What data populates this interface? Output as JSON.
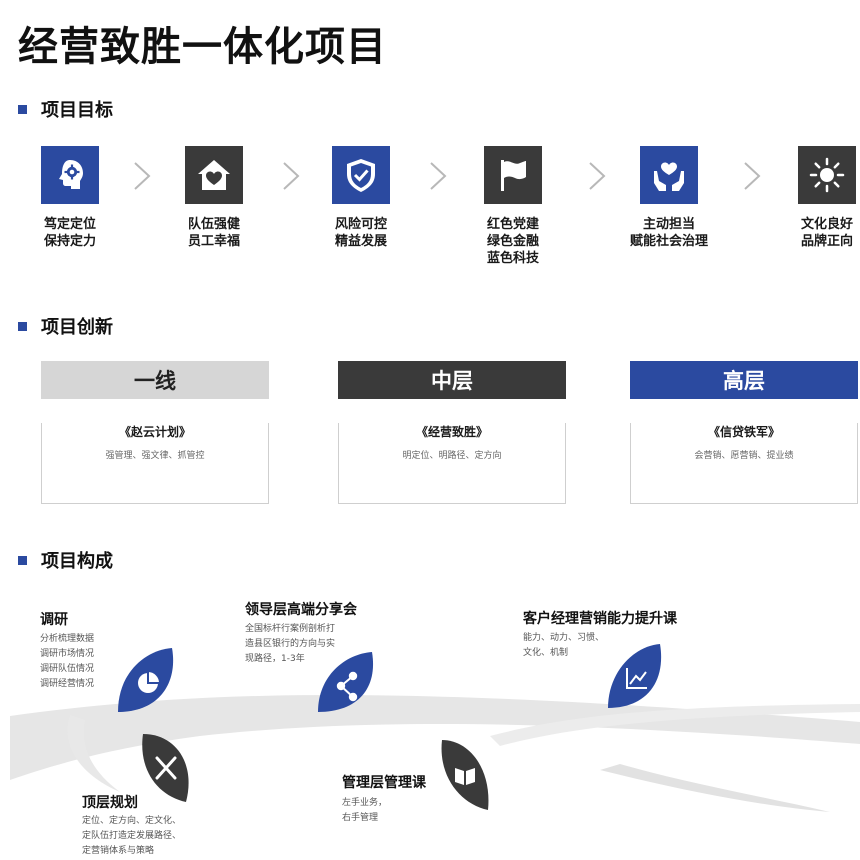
{
  "title": "经营致胜一体化项目",
  "sections": {
    "goals": "项目目标",
    "innovation": "项目创新",
    "composition": "项目构成"
  },
  "goals": [
    {
      "icon": "head-gear-icon",
      "style": "blue",
      "lines": [
        "笃定定位",
        "保持定力"
      ]
    },
    {
      "icon": "house-heart-icon",
      "style": "dark",
      "lines": [
        "队伍强健",
        "员工幸福"
      ]
    },
    {
      "icon": "shield-check-icon",
      "style": "blue",
      "lines": [
        "风险可控",
        "精益发展"
      ]
    },
    {
      "icon": "flag-icon",
      "style": "dark",
      "lines": [
        "红色党建",
        "绿色金融",
        "蓝色科技"
      ]
    },
    {
      "icon": "hands-heart-icon",
      "style": "blue",
      "lines": [
        "主动担当",
        "赋能社会治理"
      ]
    },
    {
      "icon": "sun-icon",
      "style": "dark",
      "lines": [
        "文化良好",
        "品牌正向"
      ]
    }
  ],
  "innovation": [
    {
      "header": "一线",
      "style": "light",
      "name": "《赵云计划》",
      "sub": "强管理、强文律、抓管控"
    },
    {
      "header": "中层",
      "style": "dark",
      "name": "《经营致胜》",
      "sub": "明定位、明路径、定方向"
    },
    {
      "header": "高层",
      "style": "blue",
      "name": "《信贷铁军》",
      "sub": "会营销、愿营销、提业绩"
    }
  ],
  "composition": [
    {
      "title": "调研",
      "icon": "pie-chart-icon",
      "lines": [
        "分析梳理数据",
        "调研市场情况",
        "调研队伍情况",
        "调研经营情况"
      ]
    },
    {
      "title": "顶层规划",
      "icon": "tools-icon",
      "lines": [
        "定位、定方向、定文化、",
        "定队伍打造定发展路径、",
        "定营销体系与策略"
      ]
    },
    {
      "title": "领导层高端分享会",
      "icon": "share-icon",
      "lines": [
        "全国标杆行案例剖析打",
        "造县区银行的方向与实",
        "现路径，1-3年"
      ]
    },
    {
      "title": "管理层管理课",
      "icon": "book-icon",
      "lines": [
        "左手业务，",
        "右手管理"
      ]
    },
    {
      "title": "客户经理营销能力提升课",
      "icon": "line-chart-icon",
      "lines": [
        "能力、动力、习惯、",
        "文化、机制"
      ]
    }
  ],
  "colors": {
    "blue": "#2b4aa0",
    "dark": "#3a3a3a",
    "light": "#d6d6d6",
    "branch": "#e6e6e6"
  }
}
